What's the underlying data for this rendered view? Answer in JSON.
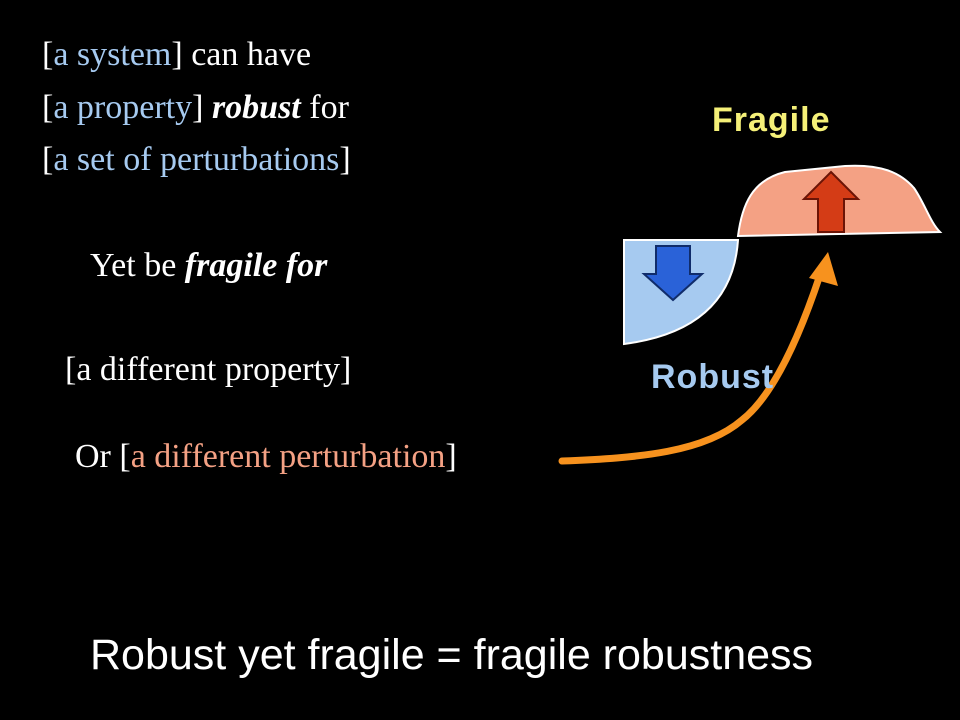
{
  "statement": {
    "line1": {
      "b1": "[",
      "system": "a system",
      "b2": "]",
      "text": " can have"
    },
    "line2": {
      "b1": "[",
      "property": "a property",
      "b2": "]",
      "robust": " robust",
      "text": " for"
    },
    "line3": {
      "b1": "[",
      "perturbations": "a set of perturbations",
      "b2": "]"
    },
    "yet_prefix": "Yet be ",
    "yet_emph": "fragile for",
    "different_property": "[a different property]",
    "or_prefix": "Or [",
    "different_perturbation": "a different perturbation",
    "or_suffix": "]"
  },
  "diagram": {
    "fragile_label": "Fragile",
    "robust_label": "Robust",
    "colors": {
      "fragile_region": "#f4a184",
      "robust_region": "#a6caf0",
      "up_arrow": "#d43c16",
      "down_arrow": "#2a62d8",
      "curve_arrow": "#f7921e",
      "fragile_label": "#f5f078",
      "robust_label": "#a6caf0"
    }
  },
  "conclusion": "Robust yet fragile = fragile robustness"
}
